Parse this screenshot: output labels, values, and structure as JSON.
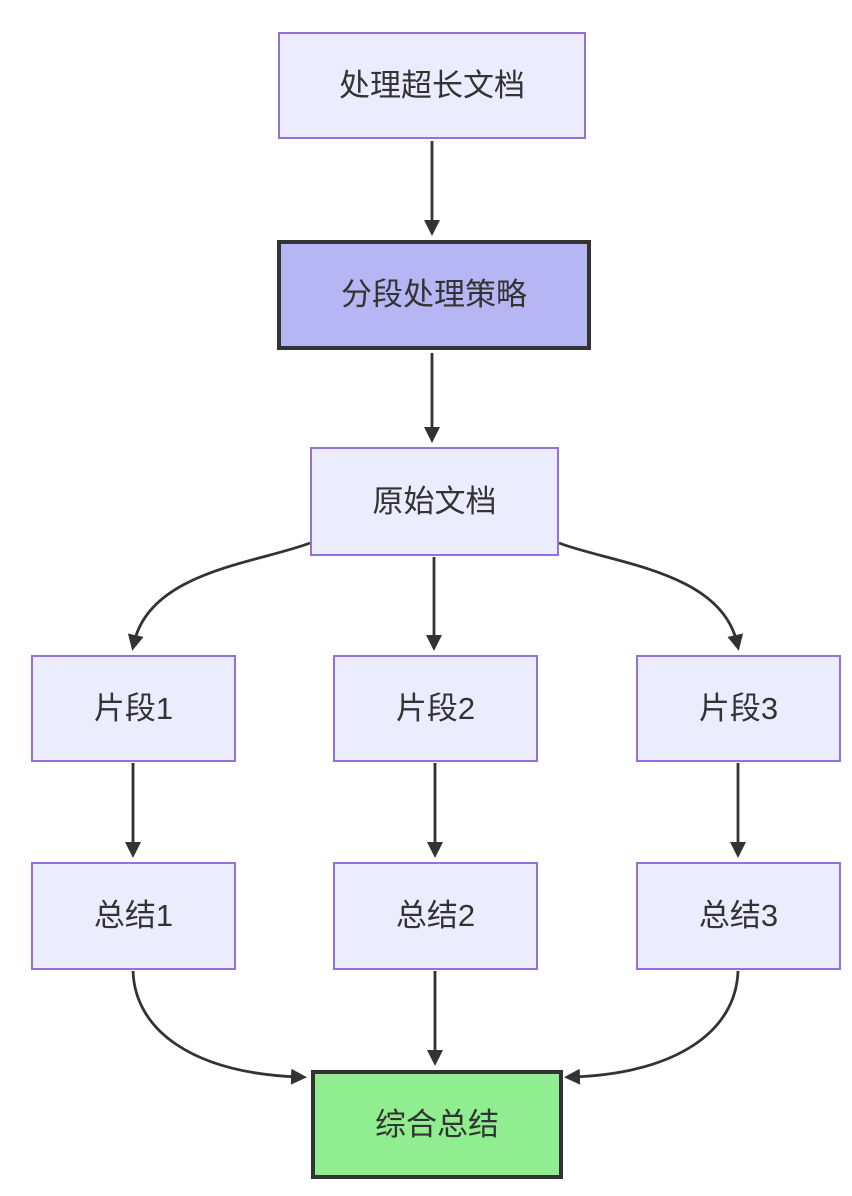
{
  "diagram": {
    "type": "flowchart",
    "direction": "top-down",
    "background_color": "#ffffff",
    "colors": {
      "node_fill": "#ECECFF",
      "node_border": "#9370DB",
      "strategy_node_fill": "#b6b6f4",
      "strategy_node_border": "#333333",
      "result_node_fill": "#90EE90",
      "result_node_border": "#333333",
      "edge_color": "#333333",
      "text_color": "#333333"
    },
    "nodes": [
      {
        "id": "start",
        "label": "处理超长文档",
        "style": "default"
      },
      {
        "id": "strategy",
        "label": "分段处理策略",
        "style": "emphasis-purple"
      },
      {
        "id": "doc",
        "label": "原始文档",
        "style": "default"
      },
      {
        "id": "chunk1",
        "label": "片段1",
        "style": "default"
      },
      {
        "id": "chunk2",
        "label": "片段2",
        "style": "default"
      },
      {
        "id": "chunk3",
        "label": "片段3",
        "style": "default"
      },
      {
        "id": "summary1",
        "label": "总结1",
        "style": "default"
      },
      {
        "id": "summary2",
        "label": "总结2",
        "style": "default"
      },
      {
        "id": "summary3",
        "label": "总结3",
        "style": "default"
      },
      {
        "id": "final",
        "label": "综合总结",
        "style": "emphasis-green"
      }
    ],
    "edges": [
      {
        "from": "处理超长文档",
        "to": "分段处理策略"
      },
      {
        "from": "分段处理策略",
        "to": "原始文档"
      },
      {
        "from": "原始文档",
        "to": "片段1"
      },
      {
        "from": "原始文档",
        "to": "片段2"
      },
      {
        "from": "原始文档",
        "to": "片段3"
      },
      {
        "from": "片段1",
        "to": "总结1"
      },
      {
        "from": "片段2",
        "to": "总结2"
      },
      {
        "from": "片段3",
        "to": "总结3"
      },
      {
        "from": "总结1",
        "to": "综合总结"
      },
      {
        "from": "总结2",
        "to": "综合总结"
      },
      {
        "from": "总结3",
        "to": "综合总结"
      }
    ]
  }
}
